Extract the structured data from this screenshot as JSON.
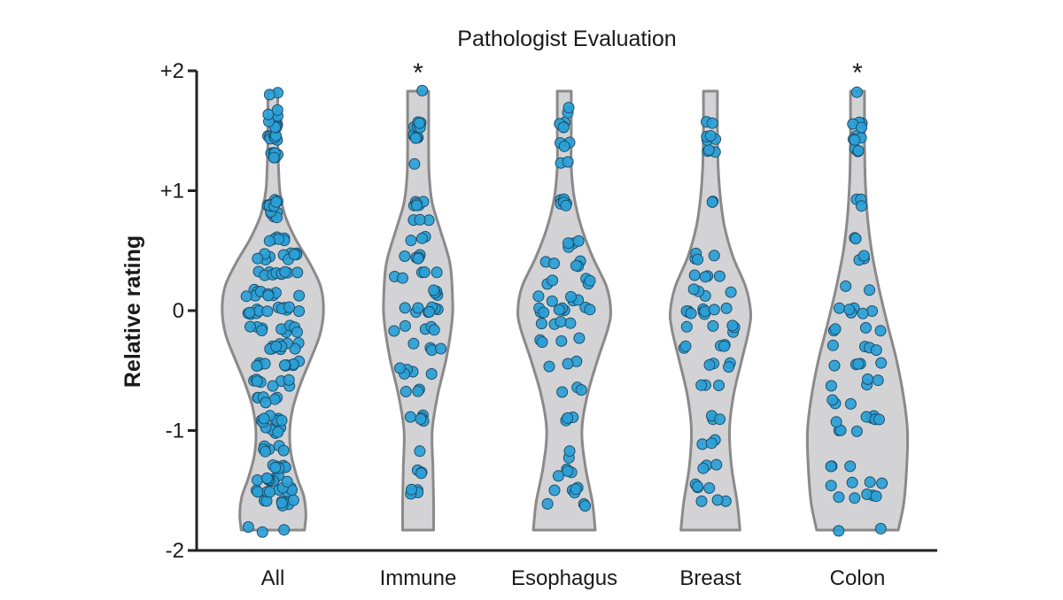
{
  "chart_data": {
    "type": "violin",
    "title": "Pathologist Evaluation",
    "xlabel": "",
    "ylabel": "Relative rating",
    "ylim": [
      -2,
      2
    ],
    "yticks": [
      {
        "value": 2,
        "label": "+2"
      },
      {
        "value": 1,
        "label": "+1"
      },
      {
        "value": 0,
        "label": "0"
      },
      {
        "value": -1,
        "label": "-1"
      },
      {
        "value": -2,
        "label": "-2"
      }
    ],
    "grid": false,
    "colors": {
      "violin_fill": "#d3d3d5",
      "violin_stroke": "#8a8a8a",
      "point_fill": "#2a9fd6",
      "point_stroke": "#1c4e6b"
    },
    "groups": [
      {
        "category": "All",
        "significance": "",
        "range": [
          -1.83,
          1.83
        ],
        "profile": [
          [
            -1.83,
            0.45
          ],
          [
            -1.7,
            0.47
          ],
          [
            -1.55,
            0.44
          ],
          [
            -1.4,
            0.35
          ],
          [
            -1.2,
            0.26
          ],
          [
            -1.0,
            0.24
          ],
          [
            -0.8,
            0.29
          ],
          [
            -0.6,
            0.4
          ],
          [
            -0.4,
            0.54
          ],
          [
            -0.2,
            0.67
          ],
          [
            0.0,
            0.72
          ],
          [
            0.2,
            0.68
          ],
          [
            0.4,
            0.52
          ],
          [
            0.6,
            0.32
          ],
          [
            0.8,
            0.17
          ],
          [
            1.0,
            0.1
          ],
          [
            1.2,
            0.08
          ],
          [
            1.4,
            0.07
          ],
          [
            1.6,
            0.07
          ],
          [
            1.83,
            0.07
          ]
        ],
        "clusters": [
          [
            -1.83,
            3
          ],
          [
            -1.6,
            8
          ],
          [
            -1.5,
            10
          ],
          [
            -1.4,
            10
          ],
          [
            -1.3,
            8
          ],
          [
            -1.15,
            6
          ],
          [
            -1.0,
            6
          ],
          [
            -0.9,
            8
          ],
          [
            -0.75,
            6
          ],
          [
            -0.6,
            8
          ],
          [
            -0.45,
            10
          ],
          [
            -0.3,
            10
          ],
          [
            -0.15,
            10
          ],
          [
            0.0,
            14
          ],
          [
            0.15,
            10
          ],
          [
            0.3,
            10
          ],
          [
            0.45,
            10
          ],
          [
            0.6,
            6
          ],
          [
            0.8,
            5
          ],
          [
            0.9,
            8
          ],
          [
            1.3,
            6
          ],
          [
            1.45,
            8
          ],
          [
            1.55,
            8
          ],
          [
            1.65,
            3
          ],
          [
            1.83,
            2
          ]
        ]
      },
      {
        "category": "Immune",
        "significance": "*",
        "range": [
          -1.83,
          1.83
        ],
        "profile": [
          [
            -1.83,
            0.22
          ],
          [
            -1.6,
            0.22
          ],
          [
            -1.3,
            0.21
          ],
          [
            -1.0,
            0.2
          ],
          [
            -0.7,
            0.28
          ],
          [
            -0.4,
            0.4
          ],
          [
            -0.1,
            0.48
          ],
          [
            0.1,
            0.49
          ],
          [
            0.4,
            0.45
          ],
          [
            0.7,
            0.3
          ],
          [
            0.9,
            0.2
          ],
          [
            1.1,
            0.16
          ],
          [
            1.3,
            0.15
          ],
          [
            1.5,
            0.15
          ],
          [
            1.83,
            0.15
          ]
        ],
        "clusters": [
          [
            -1.5,
            5
          ],
          [
            -1.35,
            3
          ],
          [
            -1.2,
            1
          ],
          [
            -0.9,
            5
          ],
          [
            -0.65,
            3
          ],
          [
            -0.5,
            5
          ],
          [
            -0.3,
            4
          ],
          [
            -0.15,
            5
          ],
          [
            0.0,
            8
          ],
          [
            0.15,
            4
          ],
          [
            0.3,
            5
          ],
          [
            0.45,
            5
          ],
          [
            0.6,
            3
          ],
          [
            0.75,
            3
          ],
          [
            0.9,
            6
          ],
          [
            1.25,
            1
          ],
          [
            1.45,
            5
          ],
          [
            1.55,
            7
          ],
          [
            1.83,
            1
          ]
        ]
      },
      {
        "category": "Esophagus",
        "significance": "",
        "range": [
          -1.83,
          1.83
        ],
        "profile": [
          [
            -1.83,
            0.44
          ],
          [
            -1.6,
            0.4
          ],
          [
            -1.3,
            0.3
          ],
          [
            -1.0,
            0.25
          ],
          [
            -0.7,
            0.33
          ],
          [
            -0.4,
            0.48
          ],
          [
            -0.15,
            0.62
          ],
          [
            0.0,
            0.66
          ],
          [
            0.2,
            0.6
          ],
          [
            0.45,
            0.4
          ],
          [
            0.7,
            0.24
          ],
          [
            0.95,
            0.14
          ],
          [
            1.2,
            0.1
          ],
          [
            1.5,
            0.1
          ],
          [
            1.83,
            0.1
          ]
        ],
        "clusters": [
          [
            -1.6,
            3
          ],
          [
            -1.5,
            5
          ],
          [
            -1.35,
            4
          ],
          [
            -1.2,
            2
          ],
          [
            -0.9,
            3
          ],
          [
            -0.65,
            3
          ],
          [
            -0.45,
            3
          ],
          [
            -0.25,
            4
          ],
          [
            -0.1,
            4
          ],
          [
            0.0,
            9
          ],
          [
            0.1,
            5
          ],
          [
            0.25,
            5
          ],
          [
            0.4,
            5
          ],
          [
            0.55,
            4
          ],
          [
            0.9,
            6
          ],
          [
            1.25,
            2
          ],
          [
            1.4,
            3
          ],
          [
            1.55,
            4
          ],
          [
            1.68,
            2
          ]
        ]
      },
      {
        "category": "Breast",
        "significance": "",
        "range": [
          -1.83,
          1.83
        ],
        "profile": [
          [
            -1.83,
            0.42
          ],
          [
            -1.6,
            0.38
          ],
          [
            -1.3,
            0.3
          ],
          [
            -1.0,
            0.27
          ],
          [
            -0.7,
            0.33
          ],
          [
            -0.4,
            0.45
          ],
          [
            -0.15,
            0.55
          ],
          [
            0.0,
            0.57
          ],
          [
            0.2,
            0.5
          ],
          [
            0.45,
            0.32
          ],
          [
            0.7,
            0.2
          ],
          [
            0.95,
            0.14
          ],
          [
            1.2,
            0.11
          ],
          [
            1.5,
            0.1
          ],
          [
            1.83,
            0.1
          ]
        ],
        "clusters": [
          [
            -1.6,
            3
          ],
          [
            -1.45,
            4
          ],
          [
            -1.3,
            3
          ],
          [
            -1.1,
            3
          ],
          [
            -0.9,
            3
          ],
          [
            -0.65,
            3
          ],
          [
            -0.45,
            4
          ],
          [
            -0.3,
            5
          ],
          [
            -0.15,
            5
          ],
          [
            0.0,
            10
          ],
          [
            0.15,
            4
          ],
          [
            0.3,
            4
          ],
          [
            0.45,
            4
          ],
          [
            0.9,
            2
          ],
          [
            1.35,
            3
          ],
          [
            1.45,
            4
          ],
          [
            1.55,
            2
          ]
        ]
      },
      {
        "category": "Colon",
        "significance": "*",
        "range": [
          -1.83,
          1.83
        ],
        "profile": [
          [
            -1.83,
            0.58
          ],
          [
            -1.6,
            0.66
          ],
          [
            -1.3,
            0.7
          ],
          [
            -1.0,
            0.71
          ],
          [
            -0.7,
            0.65
          ],
          [
            -0.4,
            0.55
          ],
          [
            -0.1,
            0.42
          ],
          [
            0.2,
            0.3
          ],
          [
            0.5,
            0.2
          ],
          [
            0.8,
            0.14
          ],
          [
            1.1,
            0.11
          ],
          [
            1.4,
            0.1
          ],
          [
            1.6,
            0.1
          ],
          [
            1.83,
            0.1
          ]
        ],
        "clusters": [
          [
            -1.83,
            2
          ],
          [
            -1.55,
            5
          ],
          [
            -1.45,
            4
          ],
          [
            -1.3,
            3
          ],
          [
            -1.0,
            3
          ],
          [
            -0.9,
            6
          ],
          [
            -0.75,
            3
          ],
          [
            -0.6,
            4
          ],
          [
            -0.45,
            5
          ],
          [
            -0.3,
            4
          ],
          [
            -0.15,
            4
          ],
          [
            0.0,
            6
          ],
          [
            0.2,
            2
          ],
          [
            0.45,
            3
          ],
          [
            0.6,
            2
          ],
          [
            0.9,
            3
          ],
          [
            1.35,
            3
          ],
          [
            1.45,
            4
          ],
          [
            1.55,
            4
          ],
          [
            1.83,
            1
          ]
        ]
      }
    ]
  }
}
